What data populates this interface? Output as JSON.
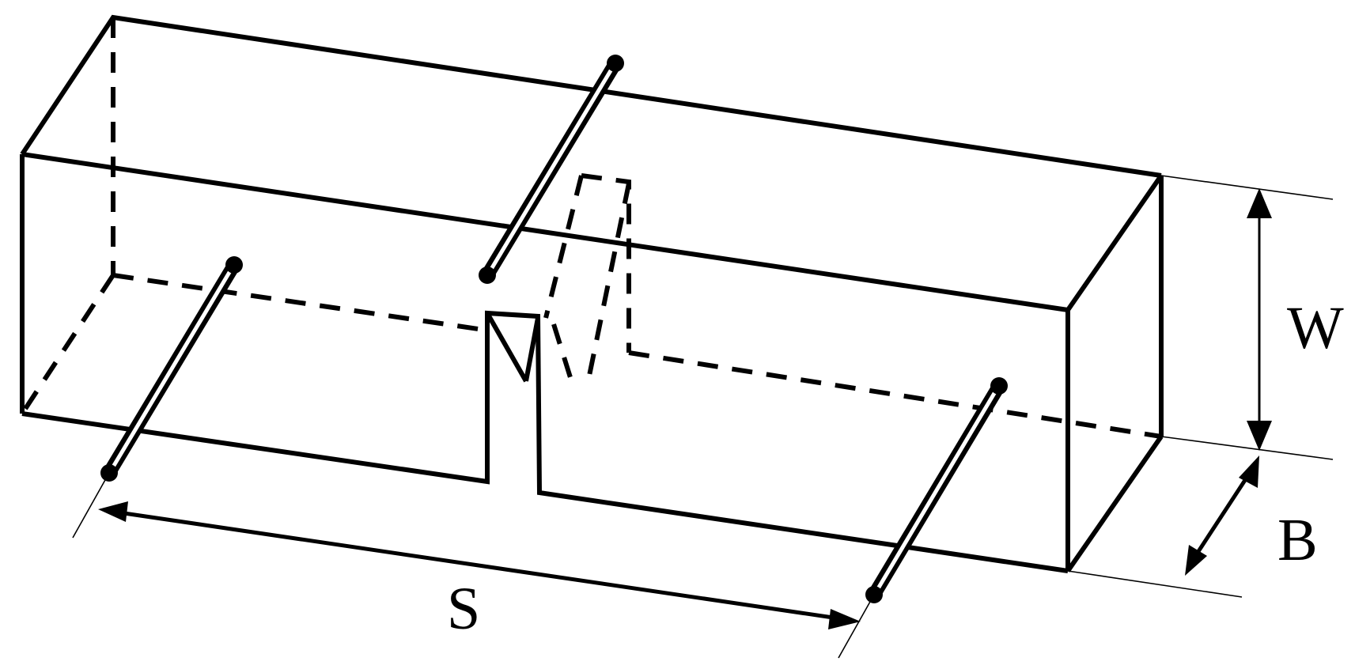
{
  "figure": {
    "labels": {
      "width": "W",
      "depth": "B",
      "span": "S"
    },
    "colors": {
      "line": "#000000",
      "background": "#ffffff"
    }
  }
}
